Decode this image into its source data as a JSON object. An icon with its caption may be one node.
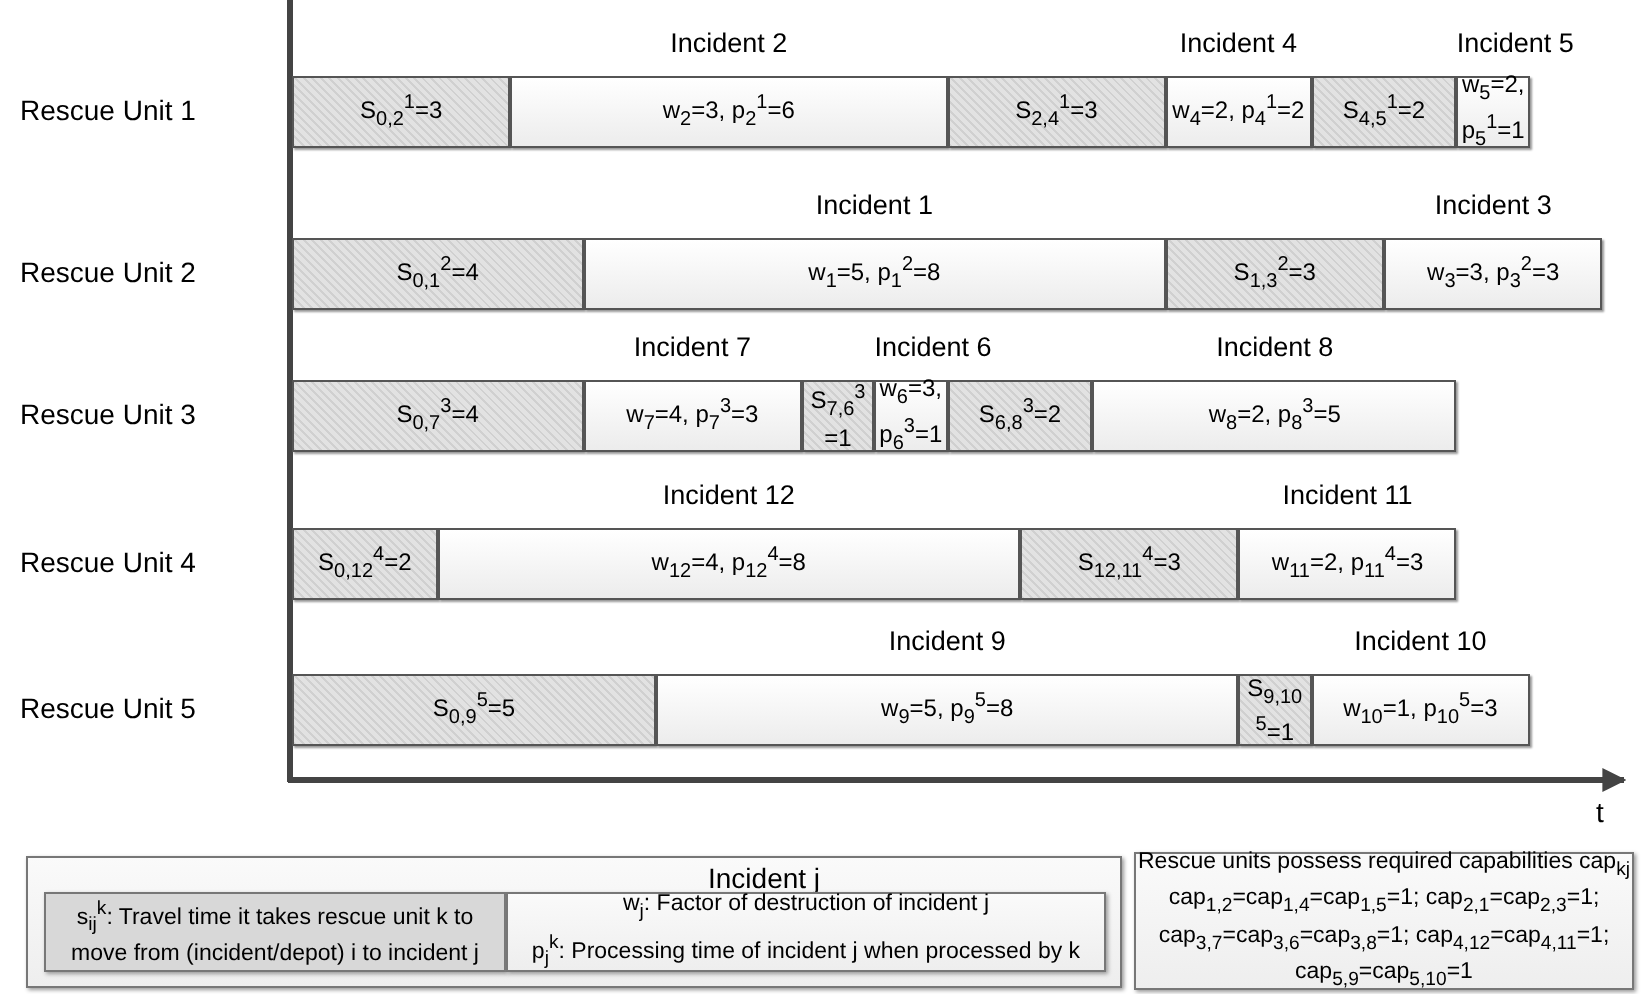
{
  "diagram": {
    "nodes": [
      {
        "text": [
          "S$_{0,2}$$^{1}$=3"
        ]
      },
      {
        "text": [
          "Incident 2",
          "w$_{2}$=3, p$_{2}$$^{1}$=6"
        ]
      },
      {
        "text": [
          "S$_{2,4}$$^{1}$=3"
        ]
      },
      {
        "text": [
          "Incident 4",
          "w$_{4}$=2, p$_{4}$$^{1}$=2"
        ]
      },
      {
        "text": [
          "S$_{4,5}$$^{1}$=2"
        ]
      },
      {
        "text": [
          "Incident 5",
          "w$_{5}$=2, p$_{5}$$^{1}$=1"
        ]
      },
      {
        "text": [
          "S$_{0,1}$$^{2}$=4"
        ]
      },
      {
        "text": [
          "Incident 1",
          "w$_{1}$=5, p$_{1}$$^{2}$=8"
        ]
      },
      {
        "text": [
          "S$_{1,3}$$^{2}$=3"
        ]
      },
      {
        "text": [
          "Incident 3",
          "w$_{3}$=3, p$_{3}$$^{2}$=3"
        ]
      },
      {
        "text": [
          "S$_{0,7}$$^{3}$=4"
        ]
      },
      {
        "text": [
          "Incident 7",
          "w$_{7}$=4, p$_{7}$$^{3}$=3"
        ]
      },
      {
        "text": [
          "S$_{7,6}$$^{3}$=1"
        ]
      },
      {
        "text": [
          "Incident 6",
          "w$_{6}$=3, p$_{6}$$^{3}$=1"
        ]
      },
      {
        "text": [
          "S$_{6,8}$$^{3}$=2"
        ]
      },
      {
        "text": [
          "Incident 8",
          "w$_{8}$=2, p$_{8}$$^{3}$=5"
        ]
      },
      {
        "text": [
          "S$_{0,12}$$^{4}$=2"
        ]
      },
      {
        "text": [
          "Incident 12",
          "w$_{12}$=4, p$_{12}$$^{4}$=8"
        ]
      },
      {
        "text": [
          "S$_{12,11}$$^{4}$=3"
        ]
      },
      {
        "text": [
          "Incident 11",
          "w$_{11}$=2, p$_{11}$$^{4}$=3"
        ]
      },
      {
        "text": [
          "S$_{0,9}$$^{5}$=5"
        ]
      },
      {
        "text": [
          "Incident 9",
          "w$_{9}$=5, p$_{9}$$^{5}$=8"
        ]
      },
      {
        "text": [
          "S$_{9,10}$$^{5}$=1"
        ]
      },
      {
        "text": [
          "Incident 10",
          "w$_{10}$=1, p$_{10}$$^{5}$=3"
        ]
      },
      {
        "text": [
          "Incident j"
        ]
      },
      {
        "text": [
          "s$_{ij}$$^{k}$: Travel time it takes rescue unit k to move from (incident/depot) i to incident j"
        ],
        "in": 24
      },
      {
        "text": [
          "w$_{j}$: Factor of destruction of incident j",
          "p$_{j}$$^{k}$: Processing time of incident j when processed by k"
        ],
        "in": 24
      },
      {
        "text": [
          "Rescue units possess required capabilities cap$_{kj}$",
          "cap$_{1,2}$=cap$_{1,4}$=cap$_{1,5}$=1; cap$_{2,1}$=cap$_{2,3}$=1; cap$_{3,7}$=cap$_{3,6}$=cap$_{3,8}$=1; cap$_{4,12}$=cap$_{4,11}$=1; cap$_{5,9}$=cap$_{5,10}$=1"
        ]
      }
    ],
    "labels": [
      "Rescue Unit 1",
      "Rescue Unit 2",
      "Rescue Unit 3",
      "Rescue Unit 4",
      "Rescue Unit 5",
      "t"
    ]
  }
}
